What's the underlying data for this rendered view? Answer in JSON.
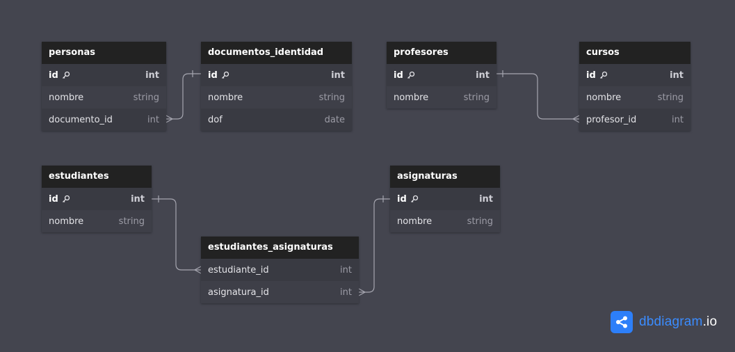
{
  "tables": {
    "personas": {
      "name": "personas",
      "columns": [
        {
          "name": "id",
          "type": "int",
          "pk": true
        },
        {
          "name": "nombre",
          "type": "string"
        },
        {
          "name": "documento_id",
          "type": "int"
        }
      ]
    },
    "documentos_identidad": {
      "name": "documentos_identidad",
      "columns": [
        {
          "name": "id",
          "type": "int",
          "pk": true
        },
        {
          "name": "nombre",
          "type": "string"
        },
        {
          "name": "dof",
          "type": "date"
        }
      ]
    },
    "profesores": {
      "name": "profesores",
      "columns": [
        {
          "name": "id",
          "type": "int",
          "pk": true
        },
        {
          "name": "nombre",
          "type": "string"
        }
      ]
    },
    "cursos": {
      "name": "cursos",
      "columns": [
        {
          "name": "id",
          "type": "int",
          "pk": true
        },
        {
          "name": "nombre",
          "type": "string"
        },
        {
          "name": "profesor_id",
          "type": "int"
        }
      ]
    },
    "estudiantes": {
      "name": "estudiantes",
      "columns": [
        {
          "name": "id",
          "type": "int",
          "pk": true
        },
        {
          "name": "nombre",
          "type": "string"
        }
      ]
    },
    "asignaturas": {
      "name": "asignaturas",
      "columns": [
        {
          "name": "id",
          "type": "int",
          "pk": true
        },
        {
          "name": "nombre",
          "type": "string"
        }
      ]
    },
    "estudiantes_asignaturas": {
      "name": "estudiantes_asignaturas",
      "columns": [
        {
          "name": "estudiante_id",
          "type": "int"
        },
        {
          "name": "asignatura_id",
          "type": "int"
        }
      ]
    }
  },
  "brand": {
    "name": "dbdiagram",
    "tld": ".io",
    "icon": "share-nodes-icon",
    "accent": "#2d7ff9"
  }
}
